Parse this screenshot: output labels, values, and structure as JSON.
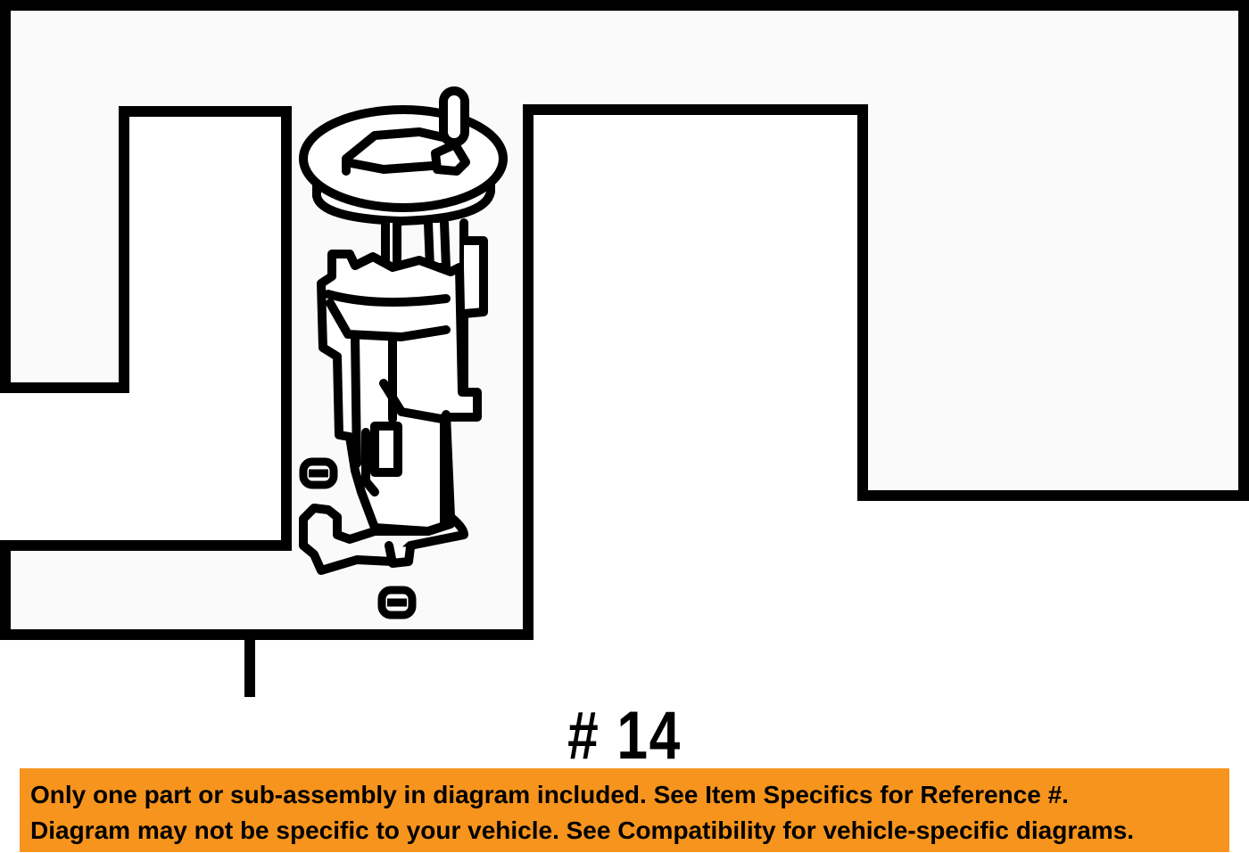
{
  "diagram": {
    "callout_label": "# 14",
    "colors": {
      "stroke": "#000000",
      "panel_fill": "#fafafa",
      "part_fill": "#ffffff",
      "banner_bg": "#f7941d"
    },
    "icons": [
      "fuel-pump-module-icon",
      "rubber-grommet-icon"
    ]
  },
  "banner": {
    "line1": "Only one part or sub-assembly in diagram included. See Item Specifics for Reference #.",
    "line2": "Diagram may not be specific to your vehicle. See Compatibility for vehicle-specific diagrams."
  }
}
